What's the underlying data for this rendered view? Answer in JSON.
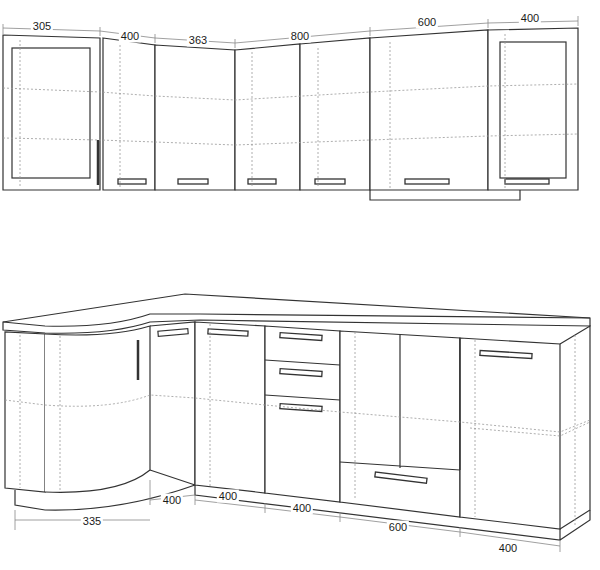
{
  "diagram": {
    "labels": [
      "305",
      "400",
      "363",
      "800",
      "600",
      "400",
      "335",
      "400",
      "400",
      "400",
      "600",
      "400"
    ]
  }
}
